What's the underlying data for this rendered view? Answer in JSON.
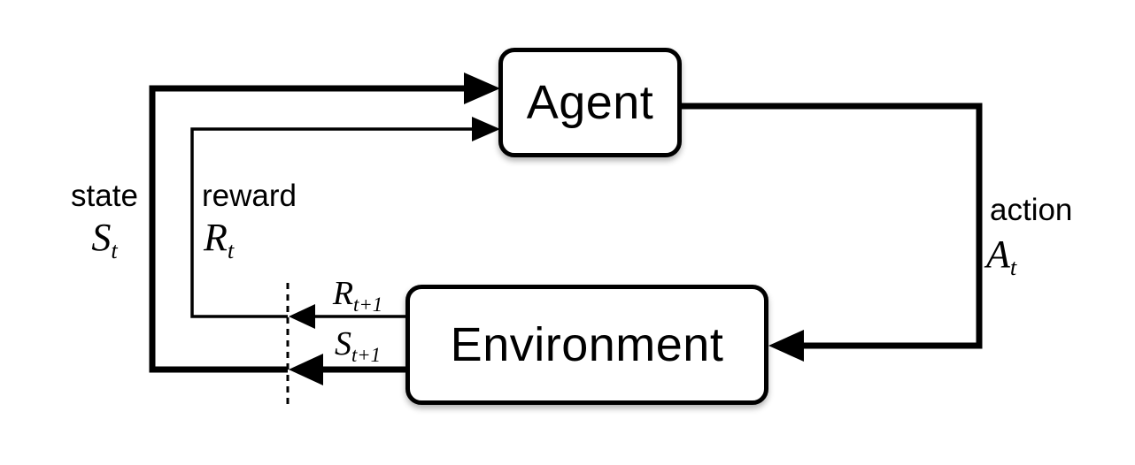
{
  "diagram": {
    "type": "flow-loop",
    "topic": "agent-environment-interaction",
    "nodes": {
      "agent": "Agent",
      "environment": "Environment"
    },
    "edges": {
      "state": {
        "label": "state",
        "symbol": "S",
        "subscript": "t"
      },
      "reward": {
        "label": "reward",
        "symbol": "R",
        "subscript": "t"
      },
      "action": {
        "label": "action",
        "symbol": "A",
        "subscript": "t"
      },
      "next_reward": {
        "symbol": "R",
        "subscript": "t+1"
      },
      "next_state": {
        "symbol": "S",
        "subscript": "t+1"
      }
    },
    "colors": {
      "stroke": "#000000",
      "node_fill": "#ffffff",
      "background": "#ffffff"
    }
  }
}
